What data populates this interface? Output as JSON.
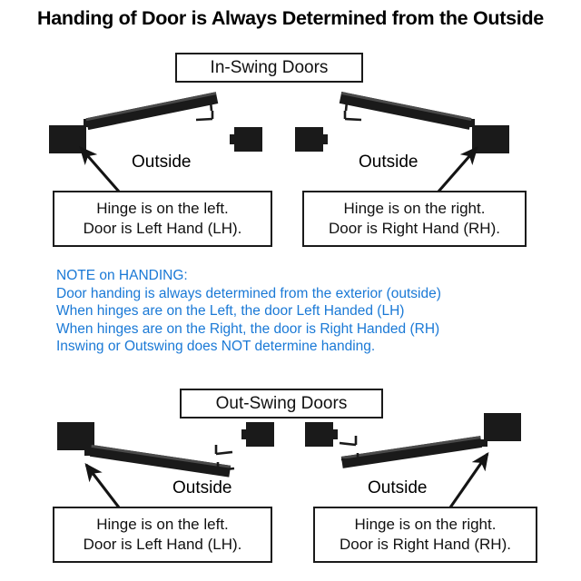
{
  "title": "Handing of Door is Always Determined from the Outside",
  "sections": {
    "inswing_label": "In-Swing Doors",
    "outswing_label": "Out-Swing Doors"
  },
  "outside_labels": {
    "inswing_left": "Outside",
    "inswing_right": "Outside",
    "outswing_left": "Outside",
    "outswing_right": "Outside"
  },
  "captions": {
    "inswing_left": {
      "line1": "Hinge is on the left.",
      "line2": "Door is Left Hand (LH)."
    },
    "inswing_right": {
      "line1": "Hinge is on the right.",
      "line2": "Door is Right Hand (RH)."
    },
    "outswing_left": {
      "line1": "Hinge is on the left.",
      "line2": "Door is Left Hand (LH)."
    },
    "outswing_right": {
      "line1": "Hinge is on the right.",
      "line2": "Door is Right Hand (RH)."
    }
  },
  "note": {
    "line1": "NOTE on HANDING:",
    "line2": "Door handing is always determined from the exterior (outside)",
    "line3": "When hinges are on the Left, the door Left Handed (LH)",
    "line4": "When hinges are on the Right, the door is Right Handed (RH)",
    "line5": "Inswing or Outswing does NOT determine handing."
  },
  "colors": {
    "note_blue": "#1a79d6",
    "ink_black": "#1a1a1a",
    "background": "#ffffff"
  }
}
